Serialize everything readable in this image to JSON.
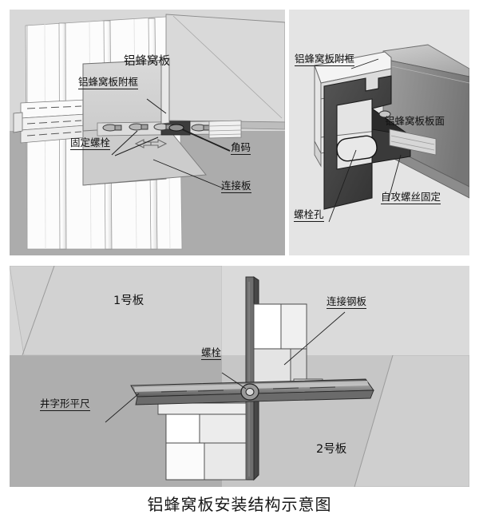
{
  "figure": {
    "caption": "铝蜂窝板安装结构示意图",
    "background_color": "#ffffff"
  },
  "panels": [
    {
      "id": "panel-wall",
      "name": "wall-mounting-detail",
      "background_color": "#d6d6d6",
      "floor_color": "#acacac",
      "labels": [
        {
          "id": "honeycomb-panel",
          "text": "铝蜂窝板",
          "underlined": false
        },
        {
          "id": "honeycomb-sub-frame",
          "text": "铝蜂窝板附框",
          "underlined": true
        },
        {
          "id": "fixing-bolt",
          "text": "固定螺栓",
          "underlined": true
        },
        {
          "id": "corner-bracket",
          "text": "角码",
          "underlined": true
        },
        {
          "id": "connecting-plate",
          "text": "连接板",
          "underlined": true
        }
      ]
    },
    {
      "id": "panel-bracket",
      "name": "bracket-closeup-detail",
      "background_color": "#e3e3e3",
      "labels": [
        {
          "id": "honeycomb-sub-frame-2",
          "text": "铝蜂窝板附框",
          "underlined": true
        },
        {
          "id": "honeycomb-panel-face",
          "text": "铝蜂窝板板面",
          "underlined": false
        },
        {
          "id": "self-tapping-screw-fixing",
          "text": "自攻螺丝固定",
          "underlined": true
        },
        {
          "id": "bolt-hole",
          "text": "螺栓孔",
          "underlined": true
        }
      ]
    },
    {
      "id": "panel-joint",
      "name": "panel-joint-section",
      "background_color": "#d2d2d2",
      "floor_color": "#aeaeae",
      "labels": [
        {
          "id": "panel-no-1",
          "text": "1号板",
          "underlined": false
        },
        {
          "id": "connecting-steel-plate",
          "text": "连接钢板",
          "underlined": true
        },
        {
          "id": "bolt",
          "text": "螺栓",
          "underlined": true
        },
        {
          "id": "grid-shaped-flat-ruler",
          "text": "井字形平尺",
          "underlined": true
        },
        {
          "id": "panel-no-2",
          "text": "2号板",
          "underlined": false
        }
      ]
    }
  ],
  "colors": {
    "line": "#2b2b2b",
    "metal_light": "#f4f4f4",
    "metal_mid": "#c9c9c9",
    "metal_dark": "#3c3c3c",
    "bracket_dark": "#4a4a4a",
    "panel_face": "#b9b9b9"
  }
}
